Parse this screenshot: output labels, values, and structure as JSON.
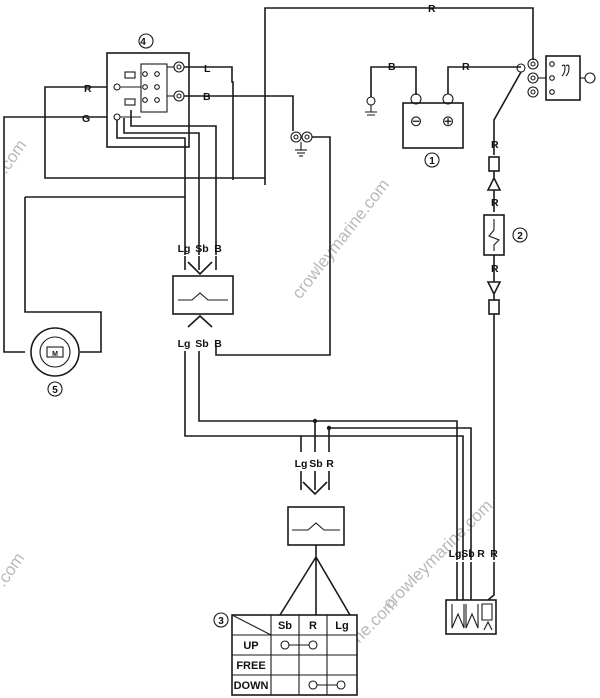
{
  "watermarks": [
    "crowleymarine.com",
    "crowleymarine.com",
    ".com",
    ".com",
    "owleymarine.com"
  ],
  "callouts": [
    "1",
    "2",
    "3",
    "4",
    "5"
  ],
  "wire_colors": {
    "top_red": "R",
    "relay_left_r": "R",
    "relay_left_g": "G",
    "relay_right_l": "L",
    "relay_right_b": "B",
    "battery_b": "B",
    "battery_r": "R",
    "fuse_r1": "R",
    "fuse_r2": "R",
    "fuse_r3": "R",
    "conn1_top": [
      "Lg",
      "Sb",
      "B"
    ],
    "conn1_bottom": [
      "Lg",
      "Sb",
      "B"
    ],
    "conn2_top": [
      "Lg",
      "Sb",
      "R"
    ],
    "conn3_top": [
      "Lg",
      "Sb",
      "R",
      "R"
    ]
  },
  "battery_symbols": {
    "minus": "⊖",
    "plus": "⊕"
  },
  "motor_letter": "M",
  "switch_table": {
    "columns": [
      "Sb",
      "R",
      "Lg"
    ],
    "rows": [
      "UP",
      "FREE",
      "DOWN"
    ]
  }
}
